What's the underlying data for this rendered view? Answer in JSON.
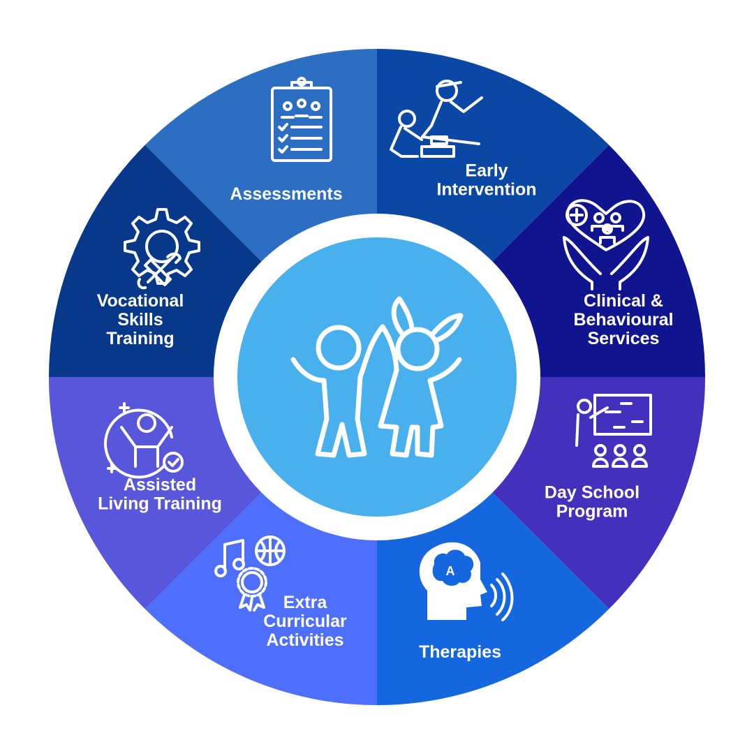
{
  "diagram": {
    "segments": [
      {
        "id": "assessments",
        "lines": [
          "Assessments"
        ],
        "color": "#2c6ec2",
        "icon": "clipboard-checklist-icon"
      },
      {
        "id": "early-intervention",
        "lines": [
          "Early",
          "Intervention"
        ],
        "color": "#0b48a6",
        "icon": "teacher-child-icon"
      },
      {
        "id": "clinical",
        "lines": [
          "Clinical &",
          "Behavioural",
          "Services"
        ],
        "color": "#11148f",
        "icon": "hands-heart-family-icon"
      },
      {
        "id": "day-school",
        "lines": [
          "Day School",
          "Program"
        ],
        "color": "#4330bd",
        "icon": "classroom-presentation-icon"
      },
      {
        "id": "therapies",
        "lines": [
          "Therapies"
        ],
        "color": "#1467de",
        "icon": "head-speech-icon"
      },
      {
        "id": "extra-curricular",
        "lines": [
          "Extra",
          "Curricular",
          "Activities"
        ],
        "color": "#4d6ffb",
        "icon": "music-ball-award-icon"
      },
      {
        "id": "assisted-living",
        "lines": [
          "Assisted",
          "Living Training"
        ],
        "color": "#5856da",
        "icon": "celebrating-person-check-icon"
      },
      {
        "id": "vocational",
        "lines": [
          "Vocational",
          "Skills",
          "Training"
        ],
        "color": "#083889",
        "icon": "gear-tools-icon"
      }
    ],
    "hub": {
      "color": "#48b0ec",
      "ring_color": "#ffffff",
      "icon": "children-high-five-icon"
    }
  }
}
